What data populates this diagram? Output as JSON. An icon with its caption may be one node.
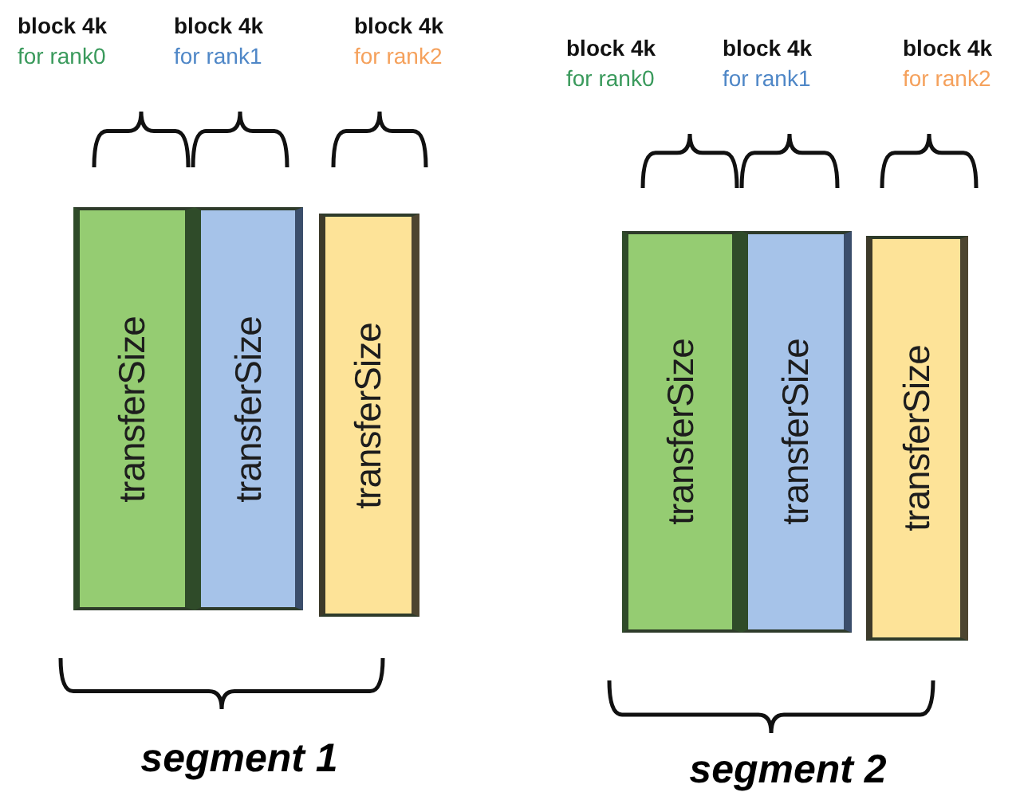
{
  "diagram": {
    "nodes": [
      {
        "text": [
          "transferSize"
        ],
        "beside": [
          "block 4k",
          "for rank0"
        ]
      },
      {
        "text": [
          "transferSize"
        ],
        "beside": [
          "block 4k",
          "for rank1"
        ]
      },
      {
        "text": [
          "transferSize"
        ],
        "beside": [
          "block 4k",
          "for rank2"
        ]
      },
      {
        "text": [
          "transferSize"
        ],
        "beside": [
          "block 4k",
          "for rank0"
        ]
      },
      {
        "text": [
          "transferSize"
        ],
        "beside": [
          "block 4k",
          "for rank1"
        ]
      },
      {
        "text": [
          "transferSize"
        ],
        "beside": [
          "block 4k",
          "for rank2"
        ]
      }
    ],
    "labels": [
      "segment 1",
      "segment 2"
    ]
  }
}
